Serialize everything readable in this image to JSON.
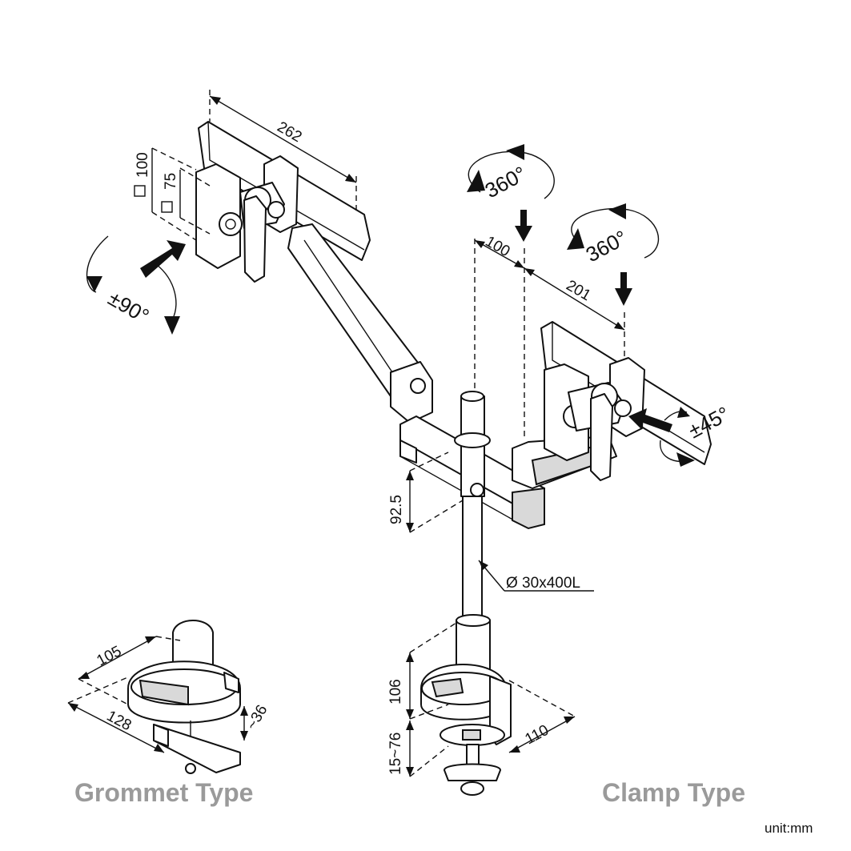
{
  "dimensions": {
    "arm_width": "262",
    "vesa_large": "100",
    "vesa_small": "75",
    "tilt": "±90°",
    "rotate_left": "360°",
    "rotate_right": "360°",
    "offset_pole": "100",
    "arm_right": "201",
    "swivel": "±45°",
    "height_offset": "92.5",
    "pole": "Ø 30x400L",
    "grommet_105": "105",
    "grommet_128": "128",
    "grommet_36": "~36",
    "clamp_106": "106",
    "clamp_range": "15~76",
    "clamp_110": "110"
  },
  "captions": {
    "grommet": "Grommet Type",
    "clamp": "Clamp Type",
    "unit": "unit:mm"
  }
}
